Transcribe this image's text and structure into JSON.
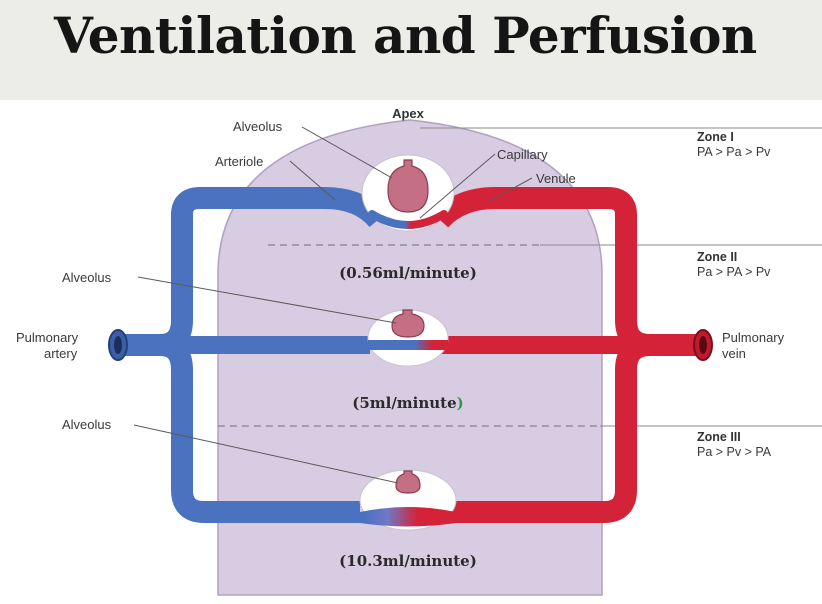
{
  "title": "Ventilation and Perfusion",
  "labels": {
    "apex": "Apex",
    "alveolus_top": "Alveolus",
    "arteriole": "Arteriole",
    "capillary": "Capillary",
    "venule": "Venule",
    "alveolus_middle": "Alveolus",
    "alveolus_bottom": "Alveolus",
    "pulmonary_artery_line1": "Pulmonary",
    "pulmonary_artery_line2": "artery",
    "pulmonary_vein_line1": "Pulmonary",
    "pulmonary_vein_line2": "vein"
  },
  "zones": [
    {
      "name": "Zone I",
      "relation": "PA > Pa > Pv"
    },
    {
      "name": "Zone II",
      "relation": "Pa > PA > Pv"
    },
    {
      "name": "Zone III",
      "relation": "Pa > Pv > PA"
    }
  ],
  "rates": {
    "zone1": "(0.56ml/minute)",
    "zone2_text": "(5ml/minute",
    "zone2_paren": ")",
    "zone3": "(10.3ml/minute)"
  },
  "colors": {
    "lung": "#d8cce2",
    "artery": "#4a72bf",
    "vein": "#d42238",
    "alveolus": "#c46f83",
    "title_band": "#ecece8",
    "green_paren": "#2e9a47"
  }
}
